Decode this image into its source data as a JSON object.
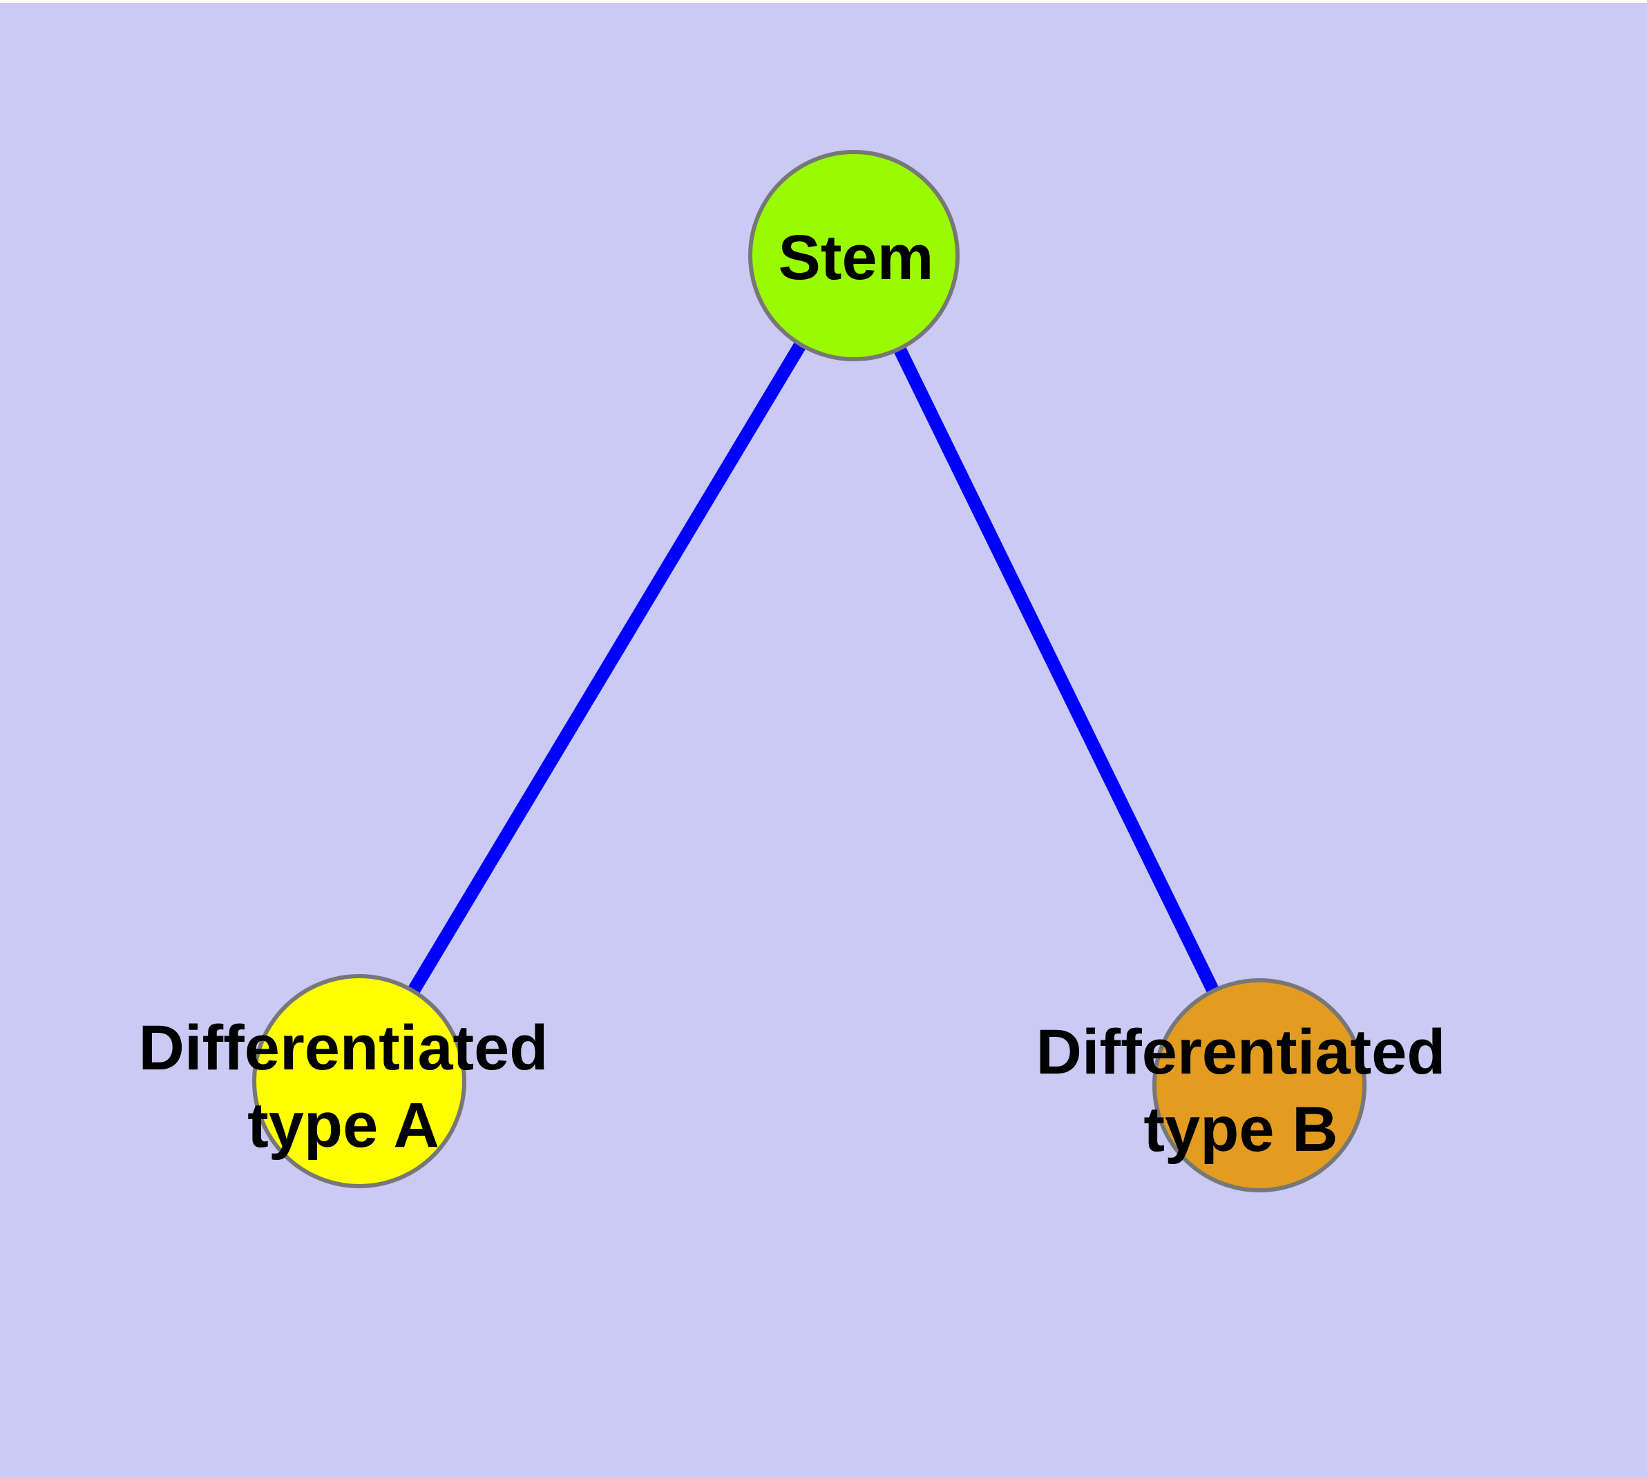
{
  "diagram": {
    "background_color": "#CACAF5",
    "top_margin_color": "#FFFFFF",
    "edge_color": "#0000FF",
    "node_border_color": "#777777",
    "label_color": "#000000",
    "nodes": [
      {
        "id": "stem",
        "label": "Stem",
        "fill": "#9AFB00"
      },
      {
        "id": "differentiated-type-a",
        "label_line1": "Differentiated",
        "label_line2": "type A",
        "fill": "#FFFF00"
      },
      {
        "id": "differentiated-type-b",
        "label_line1": "Differentiated",
        "label_line2": "type B",
        "fill": "#E39C20"
      }
    ],
    "edges": [
      {
        "from": "stem",
        "to": "differentiated-type-a"
      },
      {
        "from": "stem",
        "to": "differentiated-type-b"
      }
    ]
  }
}
